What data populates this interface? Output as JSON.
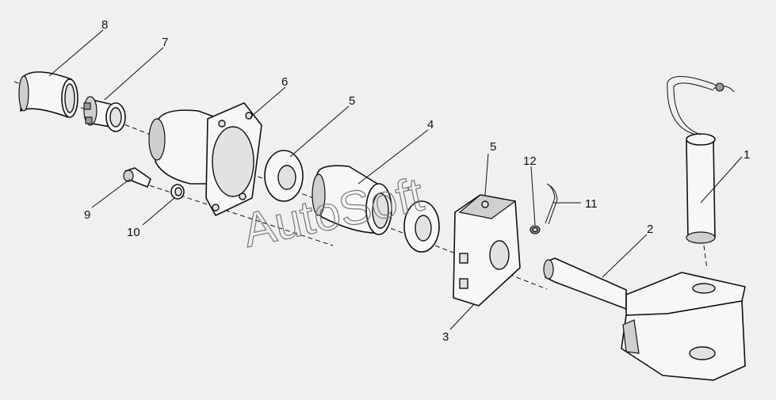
{
  "watermark": "AutoSoft",
  "callouts": [
    {
      "id": "c8",
      "text": "8"
    },
    {
      "id": "c7",
      "text": "7"
    },
    {
      "id": "c6",
      "text": "6"
    },
    {
      "id": "c5a",
      "text": "5"
    },
    {
      "id": "c4",
      "text": "4"
    },
    {
      "id": "c5b",
      "text": "5"
    },
    {
      "id": "c12",
      "text": "12"
    },
    {
      "id": "c11",
      "text": "11"
    },
    {
      "id": "c1",
      "text": "1"
    },
    {
      "id": "c2",
      "text": "2"
    },
    {
      "id": "c3",
      "text": "3"
    },
    {
      "id": "c9",
      "text": "9"
    },
    {
      "id": "c10",
      "text": "10"
    }
  ]
}
